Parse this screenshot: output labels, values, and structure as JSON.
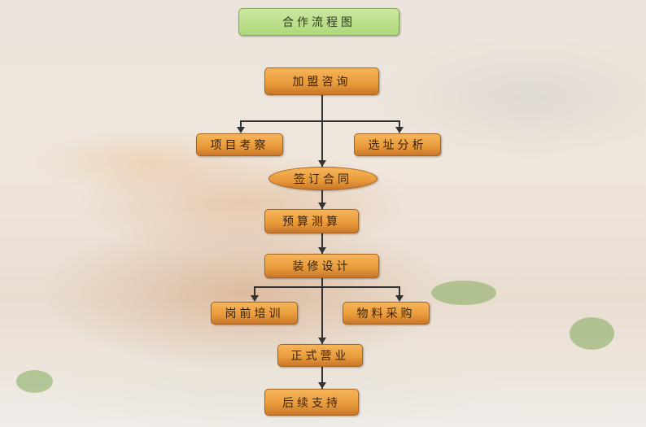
{
  "title": "合作流程图",
  "steps": {
    "consult": "加盟咨询",
    "inspect": "项目考察",
    "site": "选址分析",
    "contract": "签订合同",
    "budget": "预算测算",
    "decor": "装修设计",
    "training": "岗前培训",
    "purchase": "物料采购",
    "open": "正式营业",
    "support": "后续支持"
  }
}
